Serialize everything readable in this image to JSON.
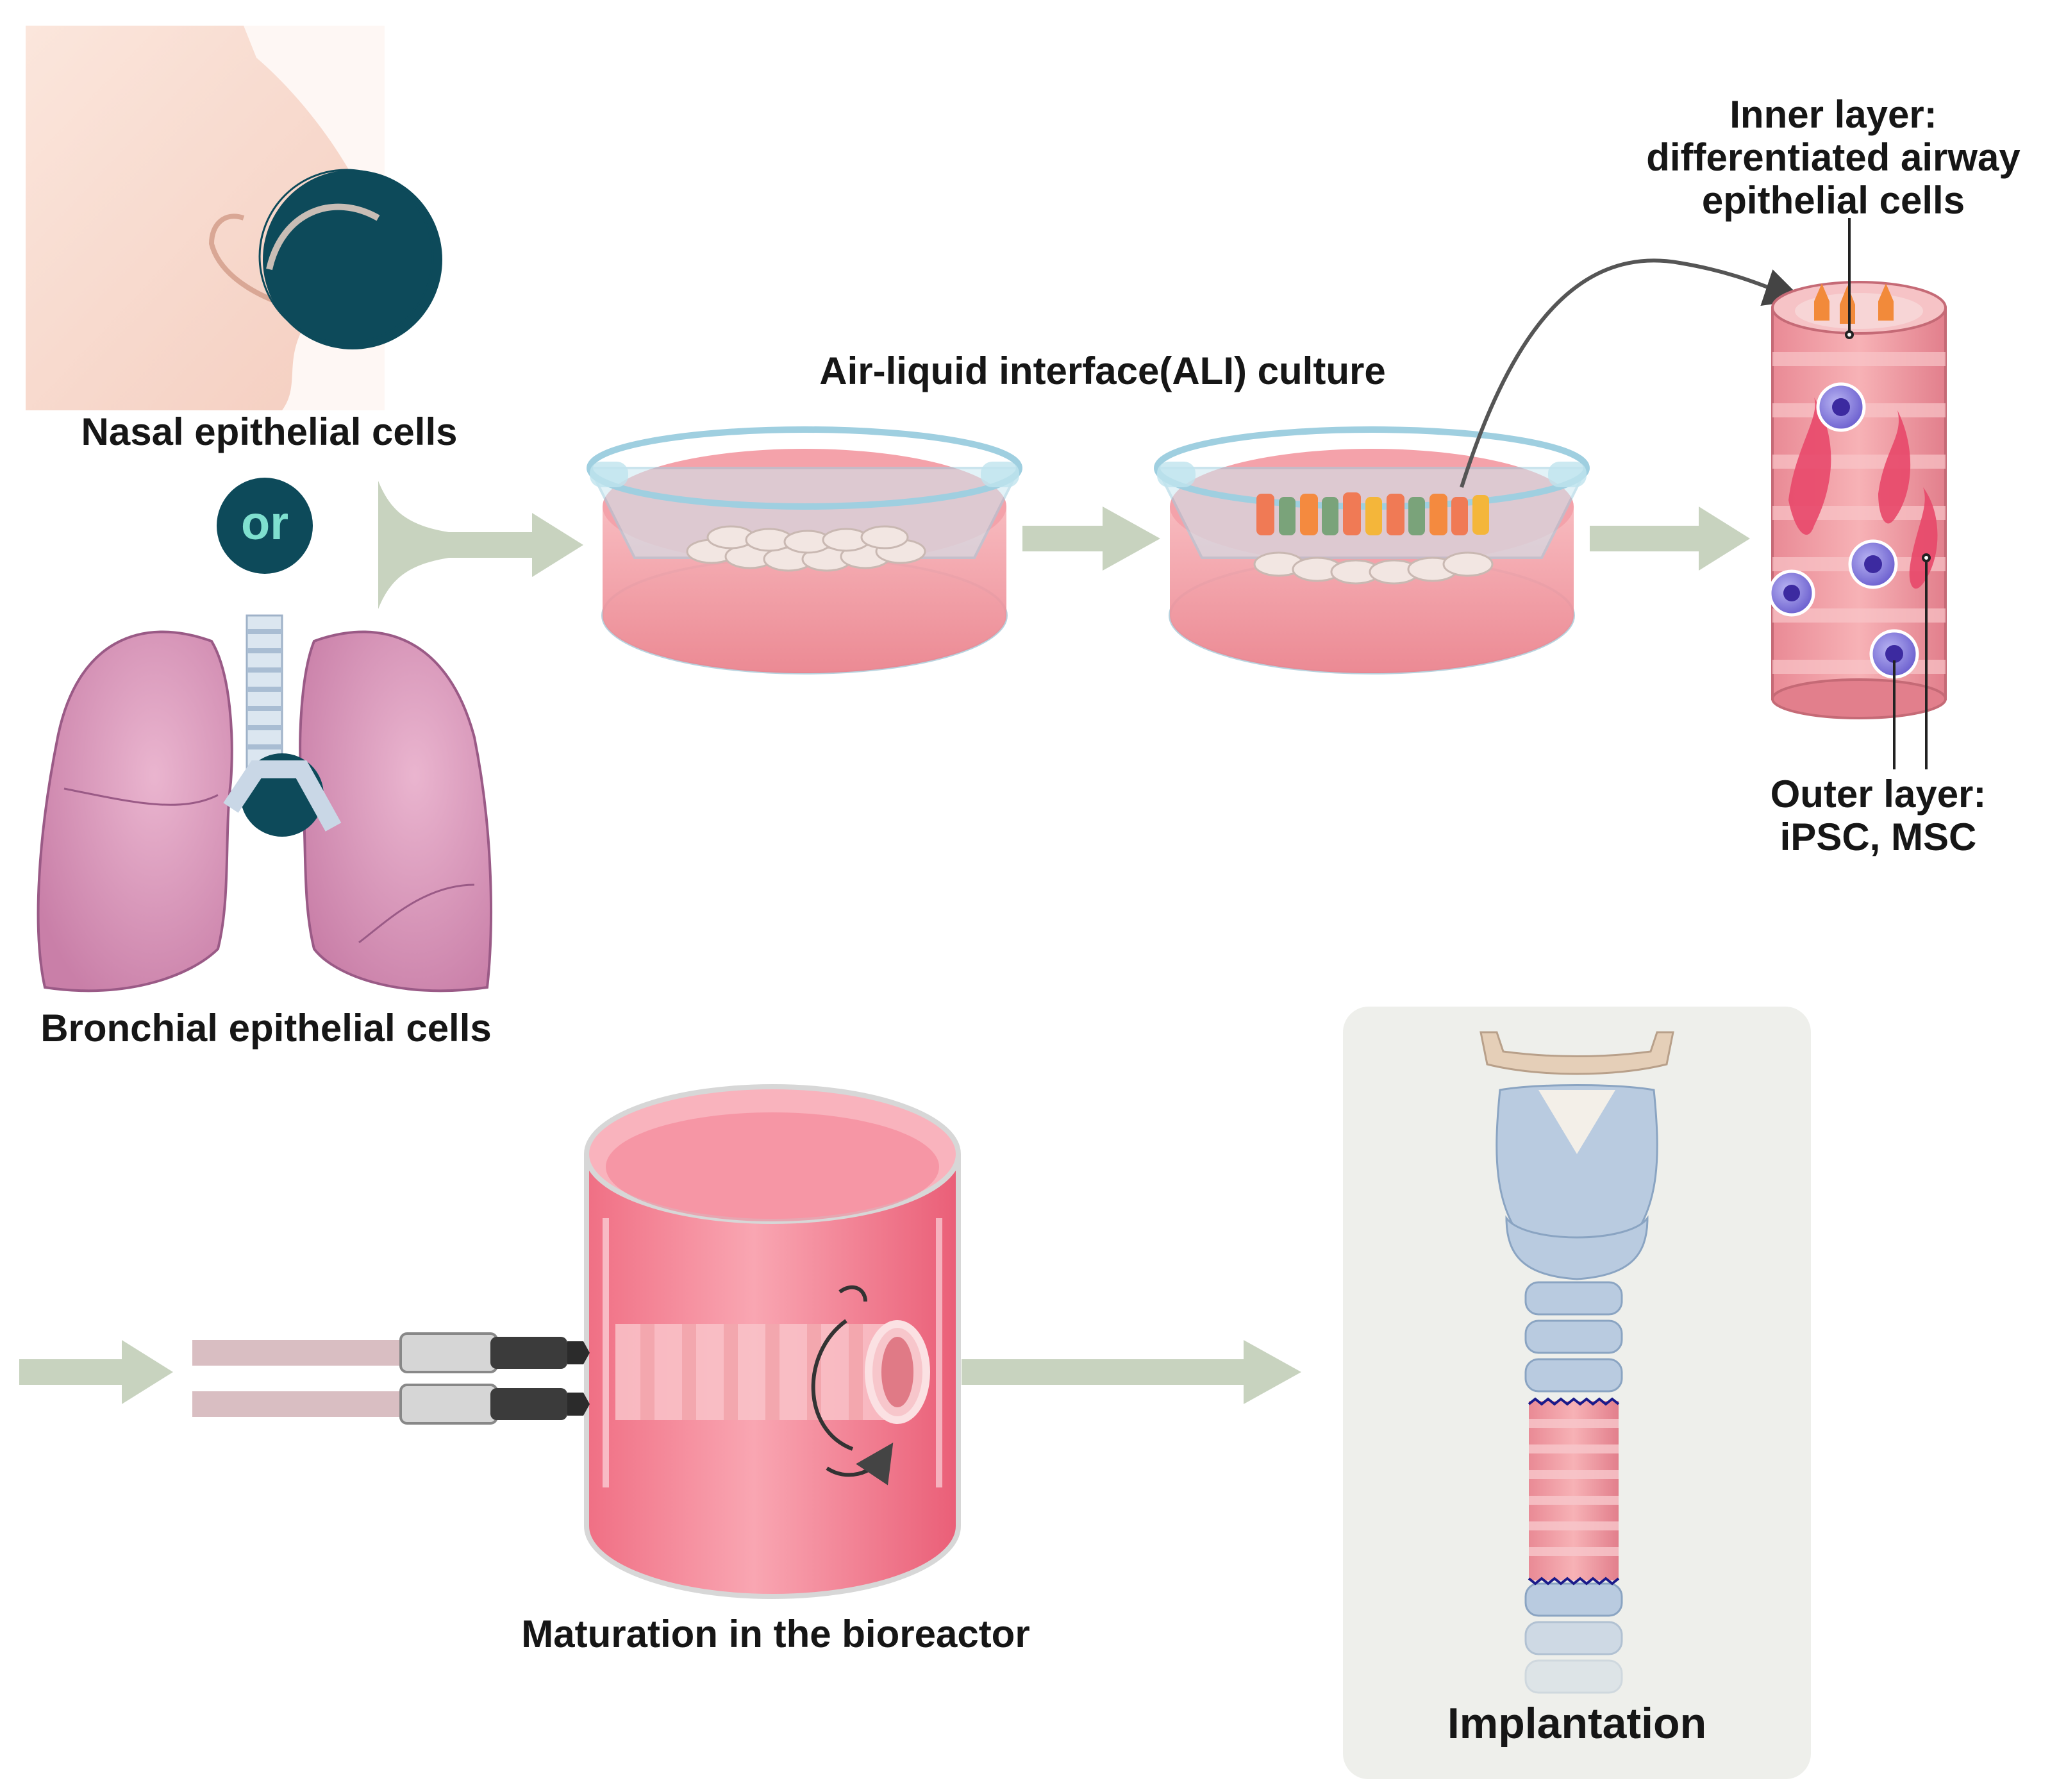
{
  "labels": {
    "nasal": "Nasal epithelial cells",
    "or": "or",
    "bronchial": "Bronchial epithelial cells",
    "ali": "Air-liquid interface(ALI) culture",
    "inner_line1": "Inner layer:",
    "inner_line2": "differentiated airway",
    "inner_line3": "epithelial cells",
    "outer_line1": "Outer layer:",
    "outer_line2": "iPSC, MSC",
    "bioreactor": "Maturation in the bioreactor",
    "implantation": "Implantation"
  },
  "colors": {
    "arrow": "#c8d3bf",
    "teal_dark": "#0d4a5a",
    "or_text": "#7fe0cf",
    "lung": "#d796b7",
    "lung_outline": "#9a5a86",
    "medium": "#ef8a93",
    "dish_glass": "#bfe3ee",
    "cartilage": "#b9cbe0",
    "tissue_pink": "#ee9a9f",
    "cell_purple": "#6a54c8",
    "implant_panel": "#eeefeb"
  }
}
